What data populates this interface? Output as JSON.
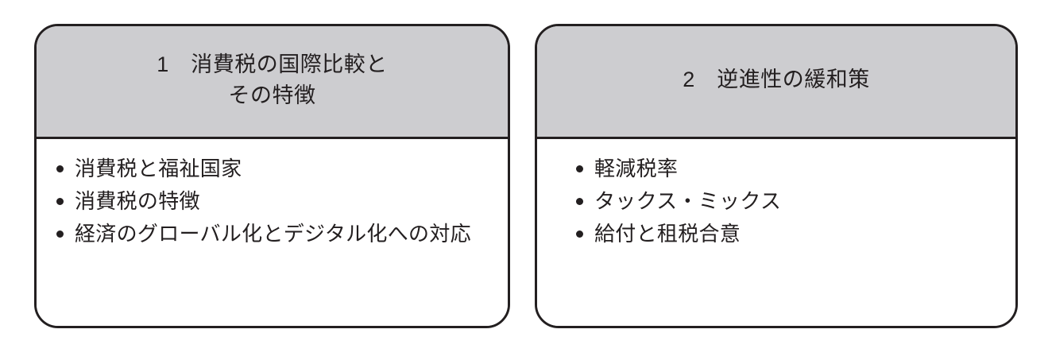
{
  "theme": {
    "header_fill": "#cdcdd0",
    "body_fill": "#ffffff",
    "stroke": "#231f20",
    "text": "#231f20",
    "page_background": "#ffffff"
  },
  "cards": [
    {
      "number": "1",
      "title": "消費税の国際比較と\nその特徴",
      "header_text": "1　消費税の国際比較と\nその特徴",
      "items": [
        "消費税と福祉国家",
        "消費税の特徴",
        "経済のグローバル化とデジタル化への対応"
      ]
    },
    {
      "number": "2",
      "title": "逆進性の緩和策",
      "header_text": "2　逆進性の緩和策",
      "items": [
        "軽減税率",
        "タックス・ミックス",
        "給付と租税合意"
      ]
    }
  ]
}
